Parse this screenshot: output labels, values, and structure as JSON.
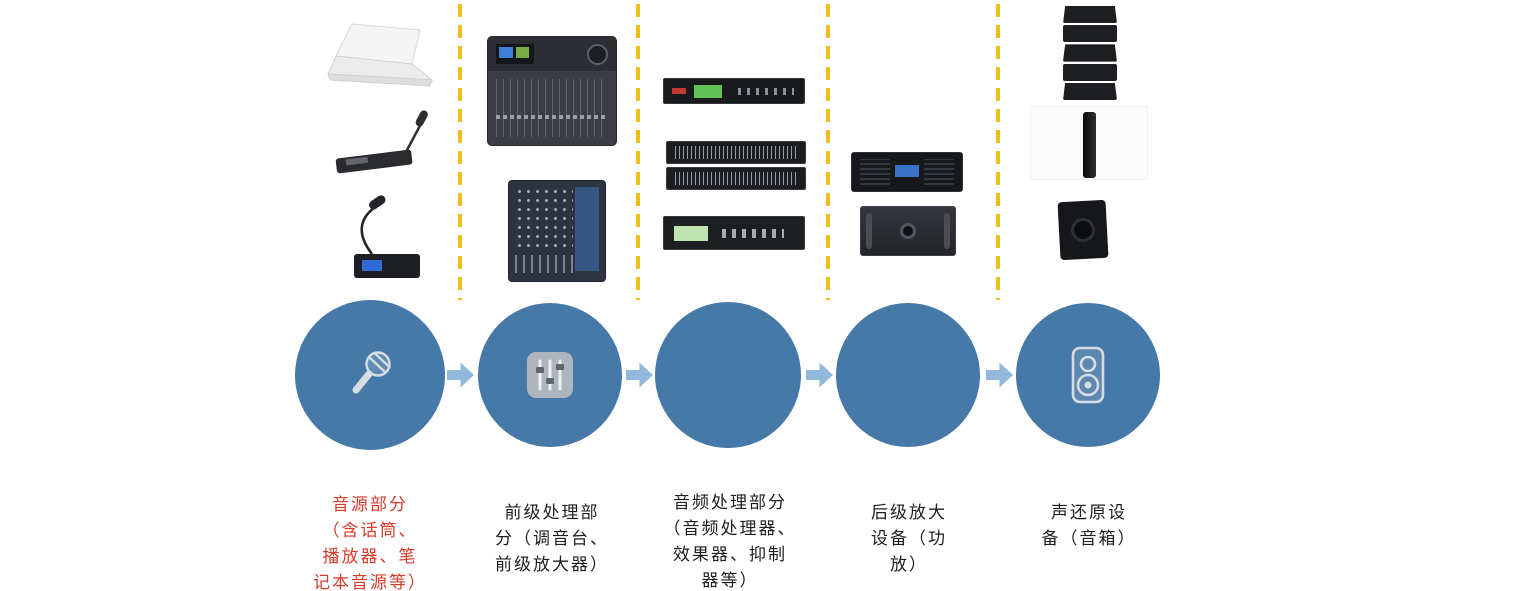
{
  "diagram": {
    "type": "flow",
    "direction": "left-to-right",
    "colors": {
      "circle_blue": "#4678a8",
      "arrow_blue": "#92b9db",
      "divider_yellow": "#efbf1e",
      "label_red": "#d93a2a",
      "label_dark": "#1d1d1d",
      "background": "#ffffff"
    },
    "stages": [
      {
        "name": "audio-source",
        "icon": "microphone-icon",
        "equipment": [
          "laptop",
          "conference-microphone",
          "gooseneck-microphone"
        ],
        "label_color": "#d93a2a",
        "label_lines": [
          "音源部分",
          "（含话筒、",
          "播放器、笔",
          "记本音源等）"
        ]
      },
      {
        "name": "pre-processing",
        "icon": "mixer-faders-icon",
        "equipment": [
          "digital-mixing-console",
          "analog-mixer"
        ],
        "label_color": "#1d1d1d",
        "label_lines": [
          "前级处理部",
          "分（调音台、",
          "前级放大器）"
        ]
      },
      {
        "name": "audio-processing",
        "icon": "none",
        "equipment": [
          "audio-processor-rack",
          "dual-equalizer-rack",
          "effects-processor-rack"
        ],
        "label_color": "#1d1d1d",
        "label_lines": [
          "音频处理部分",
          "（音频处理器、",
          "效果器、抑制",
          "器等）"
        ]
      },
      {
        "name": "power-amplification",
        "icon": "none",
        "equipment": [
          "power-amplifier-1",
          "power-amplifier-2"
        ],
        "label_color": "#1d1d1d",
        "label_lines": [
          "后级放大",
          "设备（功",
          "放）"
        ]
      },
      {
        "name": "sound-reproduction",
        "icon": "speaker-icon",
        "equipment": [
          "line-array-speaker",
          "column-speaker",
          "box-speaker"
        ],
        "label_color": "#1d1d1d",
        "label_lines": [
          "声还原设",
          "备（音箱）"
        ]
      }
    ],
    "arrows": {
      "count": 4,
      "icon": "right-arrow-icon"
    }
  }
}
